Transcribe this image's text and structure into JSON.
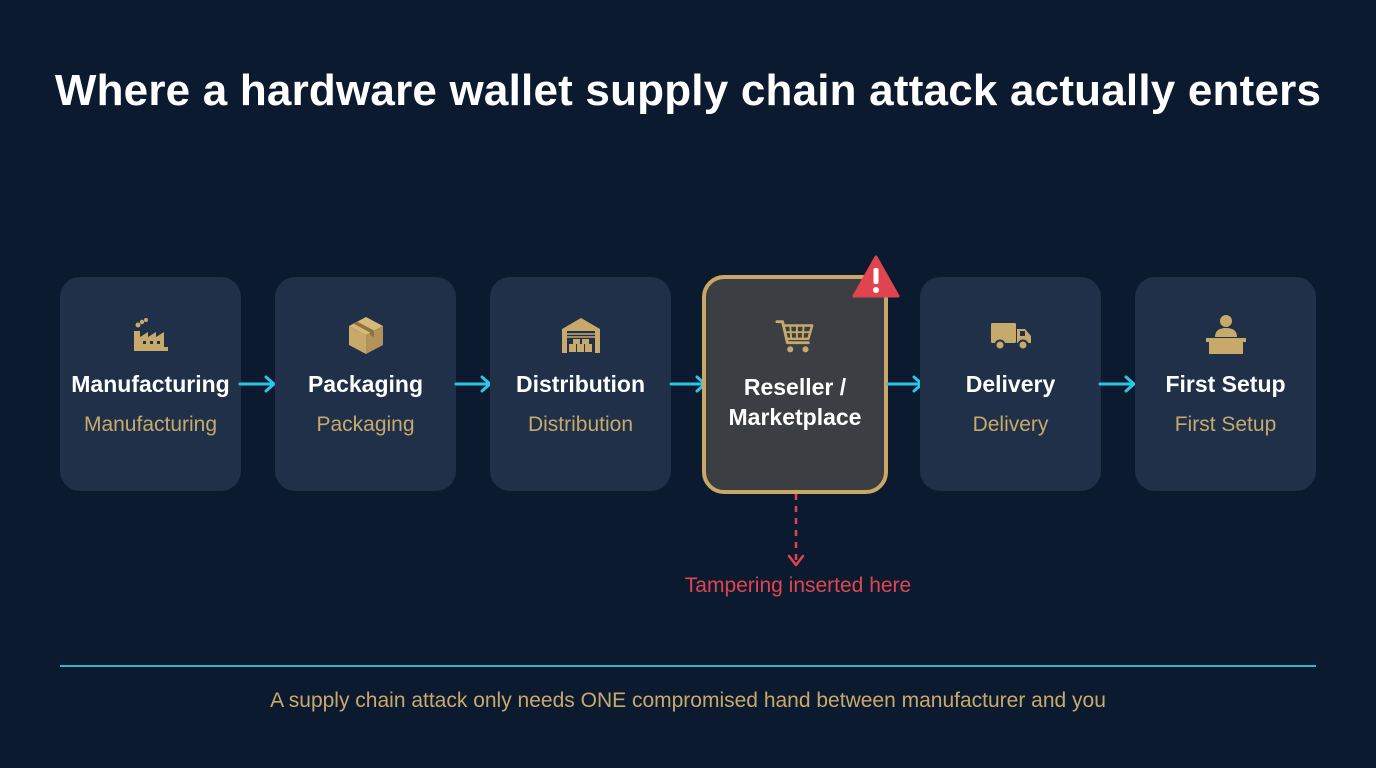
{
  "title": "Where a hardware wallet supply chain attack actually enters",
  "colors": {
    "background": "#0c1a30",
    "card": "#1f3048",
    "highlight_card": "#3b3e42",
    "highlight_border": "#c9a866",
    "gold": "#c8a96c",
    "arrow": "#2ec5e2",
    "danger": "#e0454f"
  },
  "stages": [
    {
      "name": "Manufacturing",
      "sub": "Manufacturing",
      "icon": "factory-icon"
    },
    {
      "name": "Packaging",
      "sub": "Packaging",
      "icon": "box-icon"
    },
    {
      "name": "Distribution",
      "sub": "Distribution",
      "icon": "warehouse-icon"
    },
    {
      "name": "Reseller / Marketplace",
      "sub": "",
      "icon": "shopping-cart-icon",
      "highlighted": true,
      "badge": "warning-icon"
    },
    {
      "name": "Delivery",
      "sub": "Delivery",
      "icon": "truck-icon"
    },
    {
      "name": "First Setup",
      "sub": "First Setup",
      "icon": "person-at-desk-icon"
    }
  ],
  "annotation": "Tampering inserted here",
  "footer": "A supply chain attack only needs ONE compromised hand between manufacturer and you"
}
